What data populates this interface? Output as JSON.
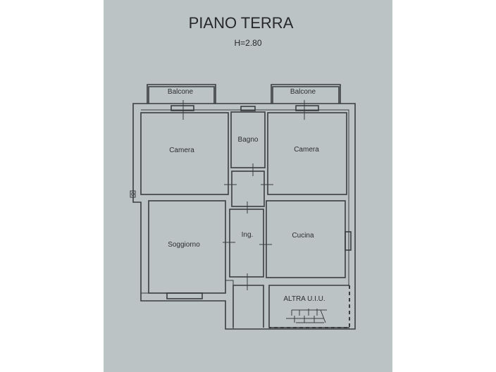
{
  "title": "PIANO TERRA",
  "height_note": "H=2.80",
  "rooms": {
    "balcone_left": "Balcone",
    "balcone_right": "Balcone",
    "camera_left": "Camera",
    "bagno": "Bagno",
    "camera_right": "Camera",
    "soggiorno": "Soggiorno",
    "ingresso": "Ing.",
    "cucina": "Cucina",
    "altra_uiu": "ALTRA U.I.U."
  },
  "colors": {
    "paper": "#bcc3c4",
    "lines": "#3a3d3f"
  }
}
